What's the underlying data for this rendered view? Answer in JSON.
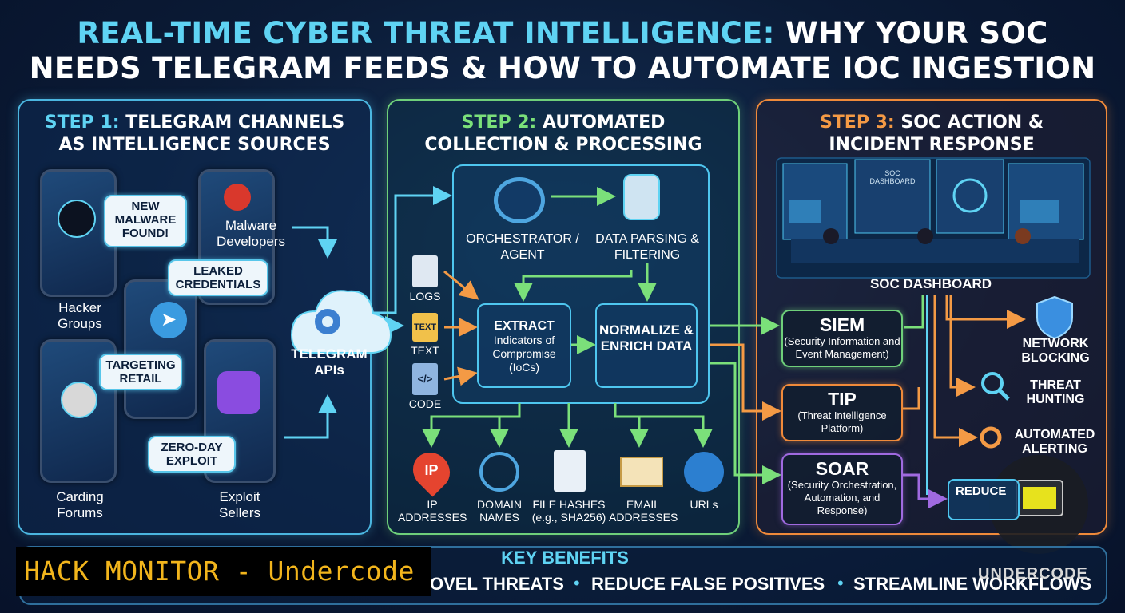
{
  "title": {
    "line1_highlight": "REAL-TIME CYBER THREAT INTELLIGENCE:",
    "line1_rest": " WHY YOUR SOC",
    "line2": "NEEDS TELEGRAM FEEDS & HOW TO AUTOMATE IOC INGESTION"
  },
  "step1": {
    "heading_highlight": "STEP 1:",
    "heading_rest": " TELEGRAM CHANNELS",
    "heading_line2": "AS INTELLIGENCE SOURCES",
    "bubbles": {
      "new_malware": "NEW MALWARE FOUND!",
      "leaked": "LEAKED CREDENTIALS",
      "targeting": "TARGETING RETAIL",
      "zero_day": "ZERO-DAY EXPLOIT"
    },
    "sources": {
      "hacker_groups": "Hacker Groups",
      "malware_devs": "Malware Developers",
      "carding": "Carding Forums",
      "exploit_sellers": "Exploit Sellers"
    },
    "api_label": "TELEGRAM APIs"
  },
  "step2": {
    "heading_highlight": "STEP 2:",
    "heading_rest": " AUTOMATED",
    "heading_line2": "COLLECTION & PROCESSING",
    "orchestrator": "ORCHESTRATOR / AGENT",
    "parsing": "DATA PARSING & FILTERING",
    "extract": "EXTRACT",
    "extract_sub": "Indicators of Compromise (IoCs)",
    "normalize": "NORMALIZE & ENRICH DATA",
    "inputs": {
      "logs": "LOGS",
      "text": "TEXT",
      "code": "CODE",
      "text_icon": "TEXT"
    },
    "outputs": {
      "ip_icon": "IP",
      "ip": "IP ADDRESSES",
      "domain": "DOMAIN NAMES",
      "hashes": "FILE HASHES (e.g., SHA256)",
      "email": "EMAIL ADDRESSES",
      "urls": "URLs"
    }
  },
  "step3": {
    "heading_highlight": "STEP 3:",
    "heading_rest": " SOC ACTION &",
    "heading_line2": "INCIDENT RESPONSE",
    "dashboard": "SOC DASHBOARD",
    "screen_title": "SOC DASHBOARD",
    "tools": {
      "siem": "SIEM",
      "siem_desc": "(Security Information and Event Management)",
      "tip": "TIP",
      "tip_desc": "(Threat Intelligence Platform)",
      "soar": "SOAR",
      "soar_desc": "(Security Orchestration, Automation, and Response)"
    },
    "actions": {
      "network": "NETWORK BLOCKING",
      "hunting": "THREAT HUNTING",
      "alerting": "AUTOMATED ALERTING",
      "reduce": "REDUCE"
    }
  },
  "benefits": {
    "title": "KEY BENEFITS",
    "b1": "OVEL THREATS",
    "b2": "REDUCE FALSE POSITIVES",
    "b3": "STREAMLINE WORKFLOWS"
  },
  "watermark": "HACK MONITOR - Undercode",
  "logo_text": "UNDERCODE",
  "colors": {
    "cyan": "#5fd3f3",
    "green": "#7be07a",
    "orange": "#f49a45",
    "purple": "#a06ae0"
  }
}
